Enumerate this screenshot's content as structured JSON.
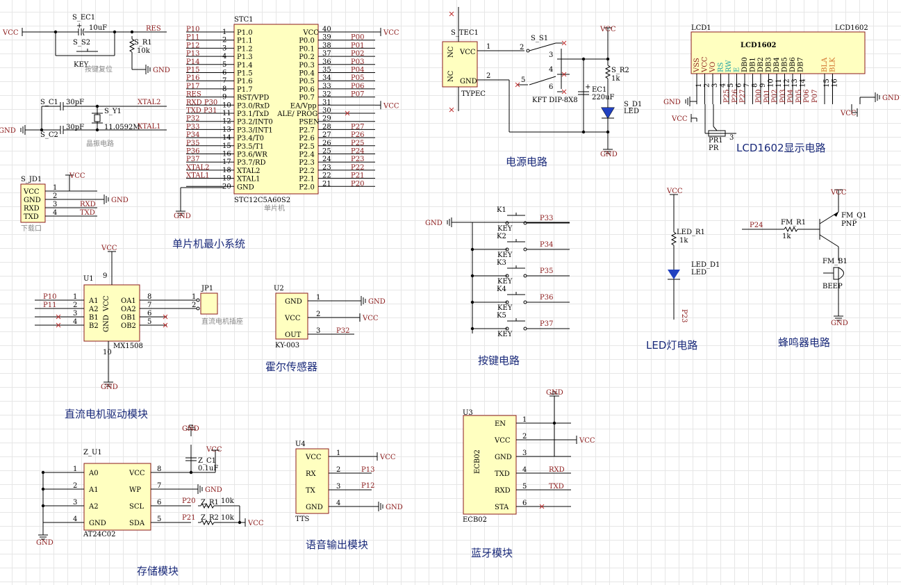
{
  "sections": {
    "mcu_min": "单片机最小系统",
    "power": "电源电路",
    "lcd": "LCD1602显示电路",
    "motor": "直流电机驱动模块",
    "hall": "霍尔传感器",
    "keys": "按键电路",
    "led": "LED灯电路",
    "buzzer": "蜂鸣器电路",
    "storage": "存储模块",
    "voice": "语音输出模块",
    "bt": "蓝牙模块"
  },
  "mcu": {
    "ref": "STC1",
    "part": "STC12C5A60S2",
    "desc": "单片机",
    "left_pins": [
      {
        "n": "1",
        "name": "P1.0",
        "net": "P10"
      },
      {
        "n": "2",
        "name": "P1.1",
        "net": "P11"
      },
      {
        "n": "3",
        "name": "P1.2",
        "net": "P12"
      },
      {
        "n": "4",
        "name": "P1.3",
        "net": "P13"
      },
      {
        "n": "5",
        "name": "P1.4",
        "net": "P14"
      },
      {
        "n": "6",
        "name": "P1.5",
        "net": "P15"
      },
      {
        "n": "7",
        "name": "P1.6",
        "net": "P16"
      },
      {
        "n": "8",
        "name": "P1.7",
        "net": "P17"
      },
      {
        "n": "9",
        "name": "RST/VPD",
        "net": "RES"
      },
      {
        "n": "10",
        "name": "P3.0/RxD",
        "net": "RXD P30"
      },
      {
        "n": "11",
        "name": "P3.1/TxD",
        "net": "TXD P31"
      },
      {
        "n": "12",
        "name": "P3.2/INT0",
        "net": "P32"
      },
      {
        "n": "13",
        "name": "P3.3/INT1",
        "net": "P33"
      },
      {
        "n": "14",
        "name": "P3.4/T0",
        "net": "P34"
      },
      {
        "n": "15",
        "name": "P3.5/T1",
        "net": "P35"
      },
      {
        "n": "16",
        "name": "P3.6/WR",
        "net": "P36"
      },
      {
        "n": "17",
        "name": "P3.7/RD",
        "net": "P37"
      },
      {
        "n": "18",
        "name": "XTAL2",
        "net": "XTAL2"
      },
      {
        "n": "19",
        "name": "XTAL1",
        "net": "XTAL1"
      },
      {
        "n": "20",
        "name": "GND",
        "net": ""
      }
    ],
    "right_pins": [
      {
        "n": "40",
        "name": "VCC",
        "net": "VCC"
      },
      {
        "n": "39",
        "name": "P0.0",
        "net": "P00"
      },
      {
        "n": "38",
        "name": "P0.1",
        "net": "P01"
      },
      {
        "n": "37",
        "name": "P0.2",
        "net": "P02"
      },
      {
        "n": "36",
        "name": "P0.3",
        "net": "P03"
      },
      {
        "n": "35",
        "name": "P0.4",
        "net": "P04"
      },
      {
        "n": "34",
        "name": "P0.5",
        "net": "P05"
      },
      {
        "n": "33",
        "name": "P0.6",
        "net": "P06"
      },
      {
        "n": "32",
        "name": "P0.7",
        "net": "P07"
      },
      {
        "n": "31",
        "name": "EA/Vpp",
        "net": "VCC"
      },
      {
        "n": "30",
        "name": "ALE/ PROG",
        "net": ""
      },
      {
        "n": "29",
        "name": "PSEN",
        "net": ""
      },
      {
        "n": "28",
        "name": "P2.7",
        "net": "P27"
      },
      {
        "n": "27",
        "name": "P2.6",
        "net": "P26"
      },
      {
        "n": "26",
        "name": "P2.5",
        "net": "P25"
      },
      {
        "n": "25",
        "name": "P2.4",
        "net": "P24"
      },
      {
        "n": "24",
        "name": "P2.3",
        "net": "P23"
      },
      {
        "n": "23",
        "name": "P2.2",
        "net": "P22"
      },
      {
        "n": "22",
        "name": "P2.1",
        "net": "P21"
      },
      {
        "n": "21",
        "name": "P2.0",
        "net": "P20"
      }
    ],
    "gnd": "GND"
  },
  "reset": {
    "cap": "S_EC1",
    "cap_val": "10uF",
    "key": "S_S2",
    "key_type": "KEY",
    "key_desc": "按键复位",
    "res": "S_R1",
    "res_val": "10k",
    "net": "RES",
    "vcc": "VCC",
    "gnd": "GND"
  },
  "crystal": {
    "c1": "S_C1",
    "c1_val": "30pF",
    "c2": "S_C2",
    "c2_val": "30pF",
    "y": "S_Y1",
    "y_val": "11.0592M",
    "desc": "晶振电路",
    "net1": "XTAL2",
    "net2": "XTAL1",
    "gnd": "GND"
  },
  "download": {
    "ref": "S_JD1",
    "pins": [
      "VCC",
      "GND",
      "RXD",
      "TXD"
    ],
    "nums": [
      "1",
      "2",
      "3",
      "4"
    ],
    "desc": "下载口",
    "vcc": "VCC",
    "gnd": "GND",
    "rxd": "RXD",
    "txd": "TXD"
  },
  "power": {
    "usb": "S_TEC1",
    "usb_type": "TYPEC",
    "pins": [
      "NC",
      "VCC",
      "GND",
      "NC"
    ],
    "sw": "S_S1",
    "sw_type": "KFT DIP-8X8",
    "res": "S_R2",
    "res_val": "1k",
    "cap": "EC1",
    "cap_val": "220uF",
    "led": "S_D1",
    "led_type": "LED",
    "vcc": "VCC",
    "gnd": "GND"
  },
  "lcd": {
    "ref": "LCD1",
    "part": "LCD1602",
    "title": "LCD1602",
    "pins": [
      "VSS",
      "VCC",
      "VO",
      "RS",
      "RW",
      "E",
      "DB0",
      "DB1",
      "DB2",
      "DB3",
      "DB4",
      "DB5",
      "DB6",
      "DB7",
      "BLA",
      "BLK"
    ],
    "nets": [
      "P25",
      "P26",
      "P27",
      "P00",
      "P01",
      "P02",
      "P03",
      "P04",
      "P05",
      "P06",
      "P07"
    ],
    "pot": "PR1",
    "pot_type": "PR",
    "gnd": "GND",
    "vcc": "VCC"
  },
  "motor": {
    "ref": "U1",
    "part": "MX1508",
    "left": [
      "A1",
      "A2",
      "B1",
      "B2"
    ],
    "right": [
      "OA1",
      "OA2",
      "OB1",
      "OB2"
    ],
    "vcc_pin": "VCC",
    "gnd_pin": "GND",
    "in1": "P10",
    "in2": "P11",
    "jp": "JP1",
    "jp_desc": "直流电机插座",
    "vcc": "VCC",
    "gnd": "GND"
  },
  "hall": {
    "ref": "U2",
    "part": "KY-003",
    "pins": [
      "GND",
      "VCC",
      "OUT"
    ],
    "gnd": "GND",
    "vcc": "VCC",
    "out": "P32"
  },
  "keys": {
    "gnd": "GND",
    "items": [
      {
        "ref": "K1",
        "type": "KEY",
        "net": "P33"
      },
      {
        "ref": "K2",
        "type": "KEY",
        "net": "P34"
      },
      {
        "ref": "K3",
        "type": "KEY",
        "net": "P35"
      },
      {
        "ref": "K4",
        "type": "KEY",
        "net": "P36"
      },
      {
        "ref": "K5",
        "type": "KEY",
        "net": "P37"
      }
    ]
  },
  "led": {
    "vcc": "VCC",
    "res": "LED_R1",
    "res_val": "1k",
    "led": "LED_D1",
    "led_type": "LED",
    "net": "P23"
  },
  "buzzer": {
    "vcc": "VCC",
    "q": "FM_Q1",
    "q_type": "PNP",
    "res": "FM_R1",
    "res_val": "1k",
    "net": "P24",
    "bz": "FM_B1",
    "bz_type": "BEEP",
    "gnd": "GND"
  },
  "eeprom": {
    "ref": "Z_U1",
    "part": "AT24C02",
    "left": [
      "A0",
      "A1",
      "A2",
      "GND"
    ],
    "right": [
      "VCC",
      "WP",
      "SCL",
      "SDA"
    ],
    "cap": "Z_C1",
    "cap_val": "0.1uF",
    "r1": "Z_R1",
    "r1_val": "10k",
    "r2": "Z_R2",
    "r2_val": "10k",
    "scl": "P20",
    "sda": "P21",
    "vcc": "VCC",
    "gnd": "GND"
  },
  "voice": {
    "ref": "U4",
    "part": "TTS",
    "pins": [
      "VCC",
      "RX",
      "TX",
      "GND"
    ],
    "vcc": "VCC",
    "rx": "P13",
    "tx": "P12",
    "gnd": "GND"
  },
  "bt": {
    "ref": "U3",
    "part": "ECB02",
    "inner": "ECB02",
    "pins": [
      "EN",
      "VCC",
      "GND",
      "TXD",
      "RXD",
      "STA"
    ],
    "gnd": "GND",
    "vcc": "VCC",
    "rxd": "RXD",
    "txd": "TXD"
  }
}
